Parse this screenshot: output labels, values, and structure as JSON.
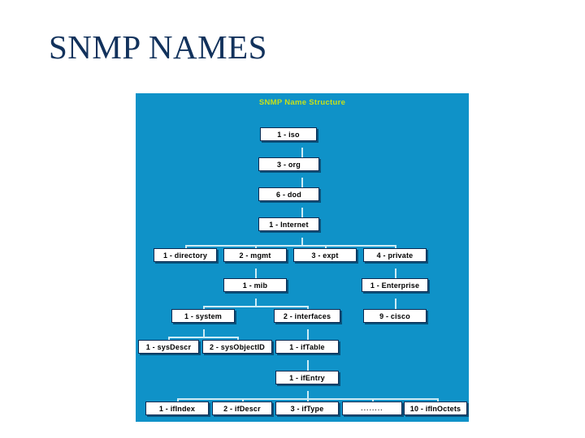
{
  "slide": {
    "title": "SNMP  NAMES",
    "background_color": "#ffffff",
    "title_color": "#12325c"
  },
  "diagram": {
    "title": "SNMP Name Structure",
    "background_color": "#0f92c8",
    "title_color": "#c6e01a",
    "node_fill": "#ffffff",
    "node_border": "#0b2a52",
    "connector_color": "#cdecf6",
    "type": "tree",
    "nodes": [
      {
        "id": "iso",
        "label": "1 - iso"
      },
      {
        "id": "org",
        "label": "3 - org"
      },
      {
        "id": "dod",
        "label": "6 - dod"
      },
      {
        "id": "internet",
        "label": "1 - Internet"
      },
      {
        "id": "directory",
        "label": "1 - directory"
      },
      {
        "id": "mgmt",
        "label": "2 - mgmt"
      },
      {
        "id": "expt",
        "label": "3 - expt"
      },
      {
        "id": "private",
        "label": "4 - private"
      },
      {
        "id": "mib",
        "label": "1 - mib"
      },
      {
        "id": "enterprise",
        "label": "1 - Enterprise"
      },
      {
        "id": "system",
        "label": "1 - system"
      },
      {
        "id": "interfaces",
        "label": "2 - interfaces"
      },
      {
        "id": "cisco",
        "label": "9 - cisco"
      },
      {
        "id": "sysdescr",
        "label": "1 - sysDescr"
      },
      {
        "id": "sysobjectid",
        "label": "2 - sysObjectID"
      },
      {
        "id": "iftable",
        "label": "1 - ifTable"
      },
      {
        "id": "ifentry",
        "label": "1 - ifEntry"
      },
      {
        "id": "ifindex",
        "label": "1 - ifIndex"
      },
      {
        "id": "ifdescr",
        "label": "2 - ifDescr"
      },
      {
        "id": "iftype",
        "label": "3 - ifType"
      },
      {
        "id": "ellipsis",
        "label": "........"
      },
      {
        "id": "ifinoctets",
        "label": "10 - ifInOctets"
      }
    ],
    "edges": [
      [
        "iso",
        "org"
      ],
      [
        "org",
        "dod"
      ],
      [
        "dod",
        "internet"
      ],
      [
        "internet",
        "directory"
      ],
      [
        "internet",
        "mgmt"
      ],
      [
        "internet",
        "expt"
      ],
      [
        "internet",
        "private"
      ],
      [
        "mgmt",
        "mib"
      ],
      [
        "private",
        "enterprise"
      ],
      [
        "mib",
        "system"
      ],
      [
        "mib",
        "interfaces"
      ],
      [
        "enterprise",
        "cisco"
      ],
      [
        "system",
        "sysdescr"
      ],
      [
        "system",
        "sysobjectid"
      ],
      [
        "interfaces",
        "iftable"
      ],
      [
        "iftable",
        "ifentry"
      ],
      [
        "ifentry",
        "ifindex"
      ],
      [
        "ifentry",
        "ifdescr"
      ],
      [
        "ifentry",
        "iftype"
      ],
      [
        "ifentry",
        "ellipsis"
      ],
      [
        "ifentry",
        "ifinoctets"
      ]
    ]
  }
}
